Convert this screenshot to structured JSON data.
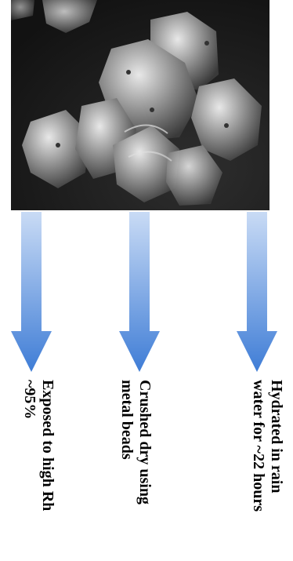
{
  "figure": {
    "labels": [
      "Exposed to high Rh\n~95%",
      "Crushed dry using\nmetal beads",
      "Hydrated in rain\nwater for ~22 hours"
    ]
  }
}
